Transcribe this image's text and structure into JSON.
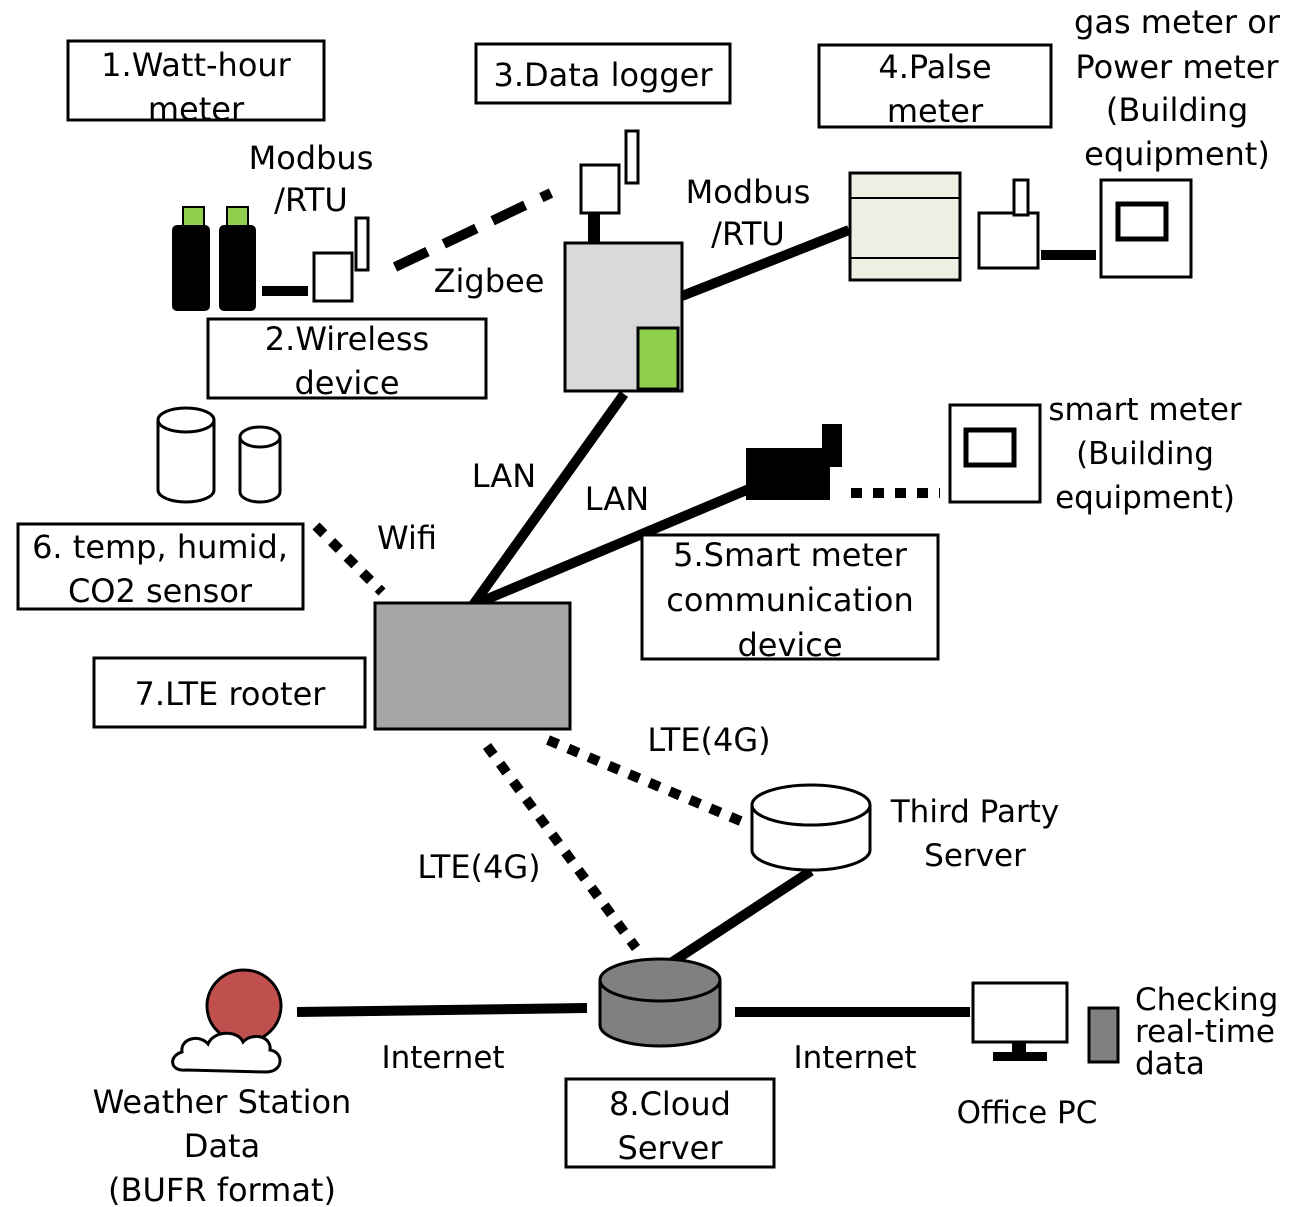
{
  "colors": {
    "accent_green": "#8fd14f",
    "router_gray": "#a6a6a6",
    "logger_gray": "#d9d9d9",
    "pulse_meter_beige": "#efeee2",
    "cloud_server_gray": "#808080",
    "weather_red": "#c0504d"
  },
  "boxes": {
    "watt_hour_meter": [
      "1.Watt-hour",
      "meter"
    ],
    "wireless_device": [
      "2.Wireless",
      "device"
    ],
    "data_logger": [
      "3.Data logger"
    ],
    "pulse_meter": [
      "4.Palse",
      "meter"
    ],
    "smart_meter_comm": [
      "5.Smart meter",
      "communication",
      "device"
    ],
    "sensor": [
      "6. temp, humid,",
      "CO2 sensor"
    ],
    "lte_router": [
      "7.LTE rooter"
    ],
    "cloud_server": [
      "8.Cloud",
      "Server"
    ]
  },
  "labels": {
    "gas_power_meter": [
      "gas meter or",
      "Power meter",
      "(Building",
      "equipment)"
    ],
    "modbus_left": [
      "Modbus",
      "/RTU"
    ],
    "modbus_right": [
      "Modbus",
      "/RTU"
    ],
    "zigbee": "Zigbee",
    "lan_1": "LAN",
    "lan_2": "LAN",
    "wifi": "Wifi",
    "smart_meter": [
      "smart meter",
      "(Building",
      "equipment)"
    ],
    "lte_1": "LTE(4G)",
    "lte_2": "LTE(4G)",
    "third_party": [
      "Third Party",
      "Server"
    ],
    "internet_left": "Internet",
    "internet_right": "Internet",
    "weather": [
      "Weather Station",
      "Data",
      "(BUFR format)"
    ],
    "office_pc": "Office PC",
    "checking": [
      "Checking",
      "real-time",
      "data"
    ]
  },
  "icons": [
    "watt-hour-meter-icon",
    "wireless-device-icon",
    "data-logger-icon",
    "pulse-meter-icon",
    "building-meter-icon",
    "smart-meter-comm-icon",
    "sensor-icon",
    "lte-router-icon",
    "cloud-server-icon",
    "third-party-server-icon",
    "weather-station-icon",
    "office-pc-icon",
    "smartphone-icon"
  ]
}
